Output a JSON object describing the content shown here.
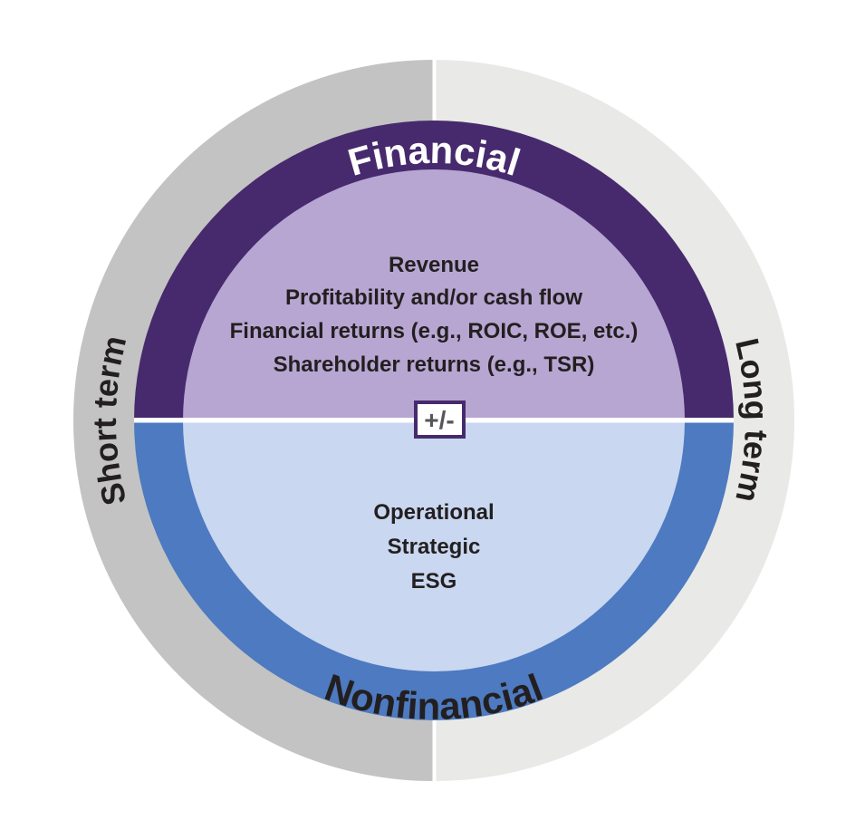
{
  "diagram": {
    "headings": {
      "top": "Financial",
      "bottom": "Nonfinancial"
    },
    "side_labels": {
      "left": "Short term",
      "right": "Long term"
    },
    "center_badge": "+/-",
    "financial_items": [
      "Revenue",
      "Profitability and/or cash flow",
      "Financial returns (e.g., ROIC, ROE, etc.)",
      "Shareholder returns (e.g., TSR)"
    ],
    "nonfinancial_items": [
      "Operational",
      "Strategic",
      "ESG"
    ],
    "colors": {
      "financial_ring": "#472a6d",
      "financial_fill": "#b7a6d2",
      "nonfinancial_ring": "#4d7ac0",
      "nonfinancial_fill": "#c9d7f0",
      "short_term_ring": "#c3c3c3",
      "long_term_ring": "#e9e9e7",
      "heading_light": "#ffffff",
      "text_dark": "#231f20",
      "badge_text": "#55565a",
      "badge_fill": "#ffffff"
    }
  }
}
